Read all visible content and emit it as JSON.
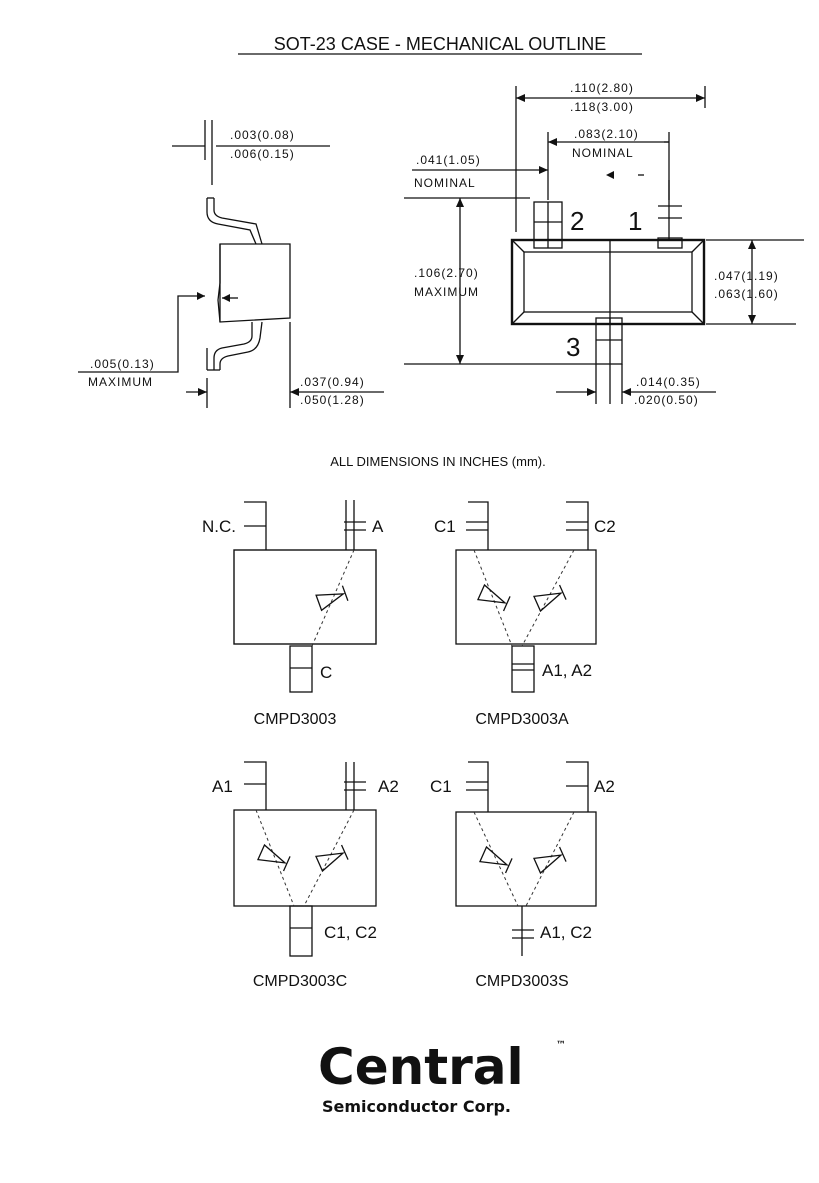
{
  "title": "SOT-23 CASE  -  MECHANICAL OUTLINE",
  "note": "ALL DIMENSIONS IN INCHES (mm).",
  "side_view": {
    "dim_thickness_min": ".003(0.08)",
    "dim_thickness_max": ".006(0.15)",
    "dim_offset_value": ".005(0.13)",
    "dim_offset_label": "MAXIMUM",
    "dim_height_min": ".037(0.94)",
    "dim_height_max": ".050(1.28)"
  },
  "top_view": {
    "dim_width_min": ".110(2.80)",
    "dim_width_max": ".118(3.00)",
    "dim_pitch_value": ".083(2.10)",
    "dim_pitch_label": "NOMINAL",
    "dim_lead_value": ".041(1.05)",
    "dim_lead_label": "NOMINAL",
    "dim_overall_value": ".106(2.70)",
    "dim_overall_label": "MAXIMUM",
    "dim_body_min": ".047(1.19)",
    "dim_body_max": ".063(1.60)",
    "dim_leadw_min": ".014(0.35)",
    "dim_leadw_max": ".020(0.50)",
    "pin1": "1",
    "pin2": "2",
    "pin3": "3"
  },
  "configs": [
    {
      "name": "CMPD3003",
      "pin_tl": "N.C.",
      "pin_tr": "A",
      "pin_b": "C"
    },
    {
      "name": "CMPD3003A",
      "pin_tl": "C1",
      "pin_tr": "C2",
      "pin_b": "A1, A2"
    },
    {
      "name": "CMPD3003C",
      "pin_tl": "A1",
      "pin_tr": "A2",
      "pin_b": "C1, C2"
    },
    {
      "name": "CMPD3003S",
      "pin_tl": "C1",
      "pin_tr": "A2",
      "pin_b": "A1, C2"
    }
  ],
  "logo": {
    "brand": "Central",
    "trademark": "™",
    "subtitle": "Semiconductor Corp."
  }
}
